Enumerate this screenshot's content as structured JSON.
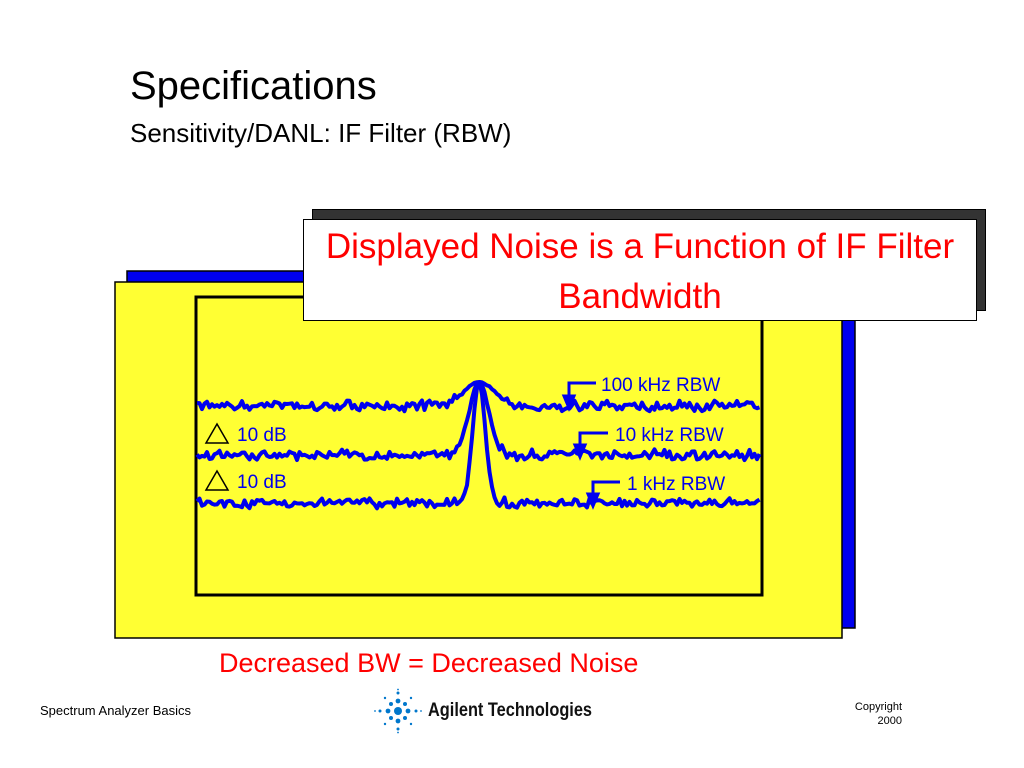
{
  "slide": {
    "title": "Specifications",
    "subtitle": "Sensitivity/DANL: IF Filter (RBW)",
    "callout": "Displayed Noise is a Function of IF Filter Bandwidth",
    "caption": "Decreased BW = Decreased Noise"
  },
  "diagram": {
    "labels": {
      "rbw_100k": "100 kHz RBW",
      "rbw_10k": "10 kHz RBW",
      "rbw_1k": "1 kHz RBW",
      "delta_upper": "10 dB",
      "delta_lower": "10 dB"
    },
    "colors": {
      "panel_fill": "#ffff33",
      "panel_shadow": "#0000ee",
      "trace": "#0000ee",
      "label": "#0000ee",
      "callout_text": "#ff0000"
    }
  },
  "footer": {
    "left": "Spectrum Analyzer Basics",
    "company": "Agilent Technologies",
    "copyright_line1": "Copyright",
    "copyright_line2": "2000"
  }
}
